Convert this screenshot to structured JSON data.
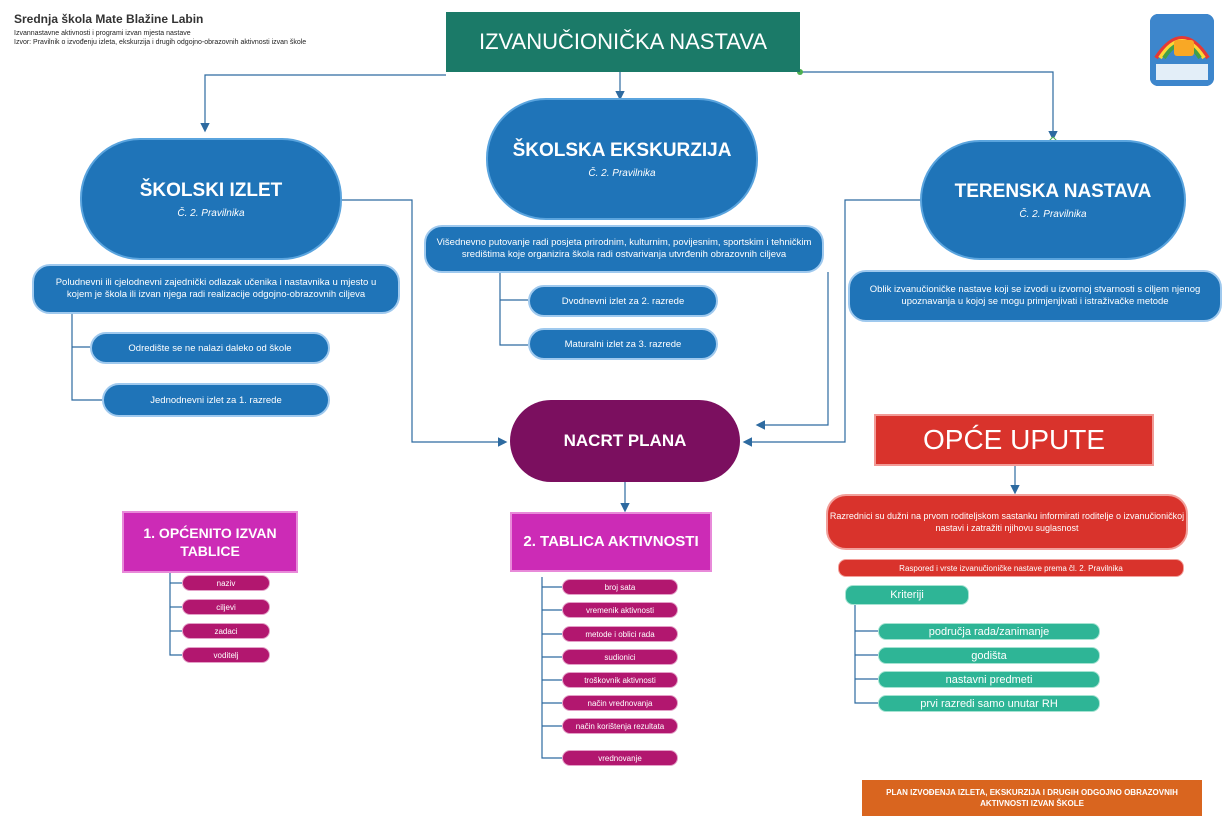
{
  "header": {
    "school": "Srednja škola Mate Blažine Labin",
    "line1": "Izvannastavne aktivnosti i programi izvan mjesta nastave",
    "line2": "Izvor: Pravilnik o izvođenju izleta, ekskurzija i drugih odgojno-obrazovnih aktivnosti izvan škole"
  },
  "title": "IZVANUČIONIČKA NASTAVA",
  "izlet": {
    "title": "ŠKOLSKI IZLET",
    "sub": "Č. 2. Pravilnika",
    "desc": "Poludnevni ili cjelodnevni zajednički odlazak učenika i nastavnika u mjesto u kojem je škola ili izvan njega radi realizacije odgojno-obrazovnih ciljeva",
    "items": [
      "Odredište se ne nalazi daleko od škole",
      "Jednodnevni izlet za 1. razrede"
    ]
  },
  "ekskurzija": {
    "title": "ŠKOLSKA EKSKURZIJA",
    "sub": "Č. 2. Pravilnika",
    "desc": "Višednevno putovanje radi posjeta prirodnim, kulturnim, povijesnim, sportskim i tehničkim središtima koje organizira škola radi ostvarivanja utvrđenih obrazovnih ciljeva",
    "items": [
      "Dvodnevni izlet za 2. razrede",
      "Maturalni izlet za 3. razrede"
    ]
  },
  "terenska": {
    "title": "TERENSKA NASTAVA",
    "sub": "Č. 2. Pravilnika",
    "desc": "Oblik izvanučioničke nastave koji se izvodi u izvornoj stvarnosti s ciljem njenog upoznavanja u kojoj se mogu primjenjivati i istraživačke metode"
  },
  "nacrt": "NACRT PLANA",
  "opcenito": {
    "title": "1. OPĆENITO IZVAN TABLICE",
    "items": [
      "naziv",
      "ciljevi",
      "zadaci",
      "voditelj"
    ]
  },
  "tablica": {
    "title": "2. TABLICA AKTIVNOSTI",
    "items": [
      "broj sata",
      "vremenik aktivnosti",
      "metode i oblici rada",
      "sudionici",
      "troškovnik aktivnosti",
      "način vrednovanja",
      "način korištenja rezultata",
      "vrednovanje"
    ]
  },
  "upute": {
    "title": "OPĆE UPUTE",
    "desc": "Razrednici su dužni na prvom roditeljskom sastanku informirati roditelje o izvanučioničkoj nastavi i zatražiti njihovu suglasnost",
    "raspored": "Raspored i vrste izvanučioničke nastave prema čl. 2. Pravilnika",
    "kriteriji": "Kriteriji",
    "criteria": [
      "područja rada/zanimanje",
      "godišta",
      "nastavni predmeti",
      "prvi razredi samo unutar RH"
    ]
  },
  "footer": "PLAN IZVOĐENJA IZLETA, EKSKURZIJA I DRUGIH ODGOJNO OBRAZOVNIH AKTIVNOSTI IZVAN ŠKOLE",
  "colors": {
    "title_bg": "#1b7a68",
    "blue": "#1f74b8",
    "purple": "#7b0f5f",
    "pink": "#cc2bb6",
    "magenta_pill": "#b2176f",
    "red": "#d9332c",
    "teal": "#2eb596",
    "orange": "#d9651f"
  }
}
